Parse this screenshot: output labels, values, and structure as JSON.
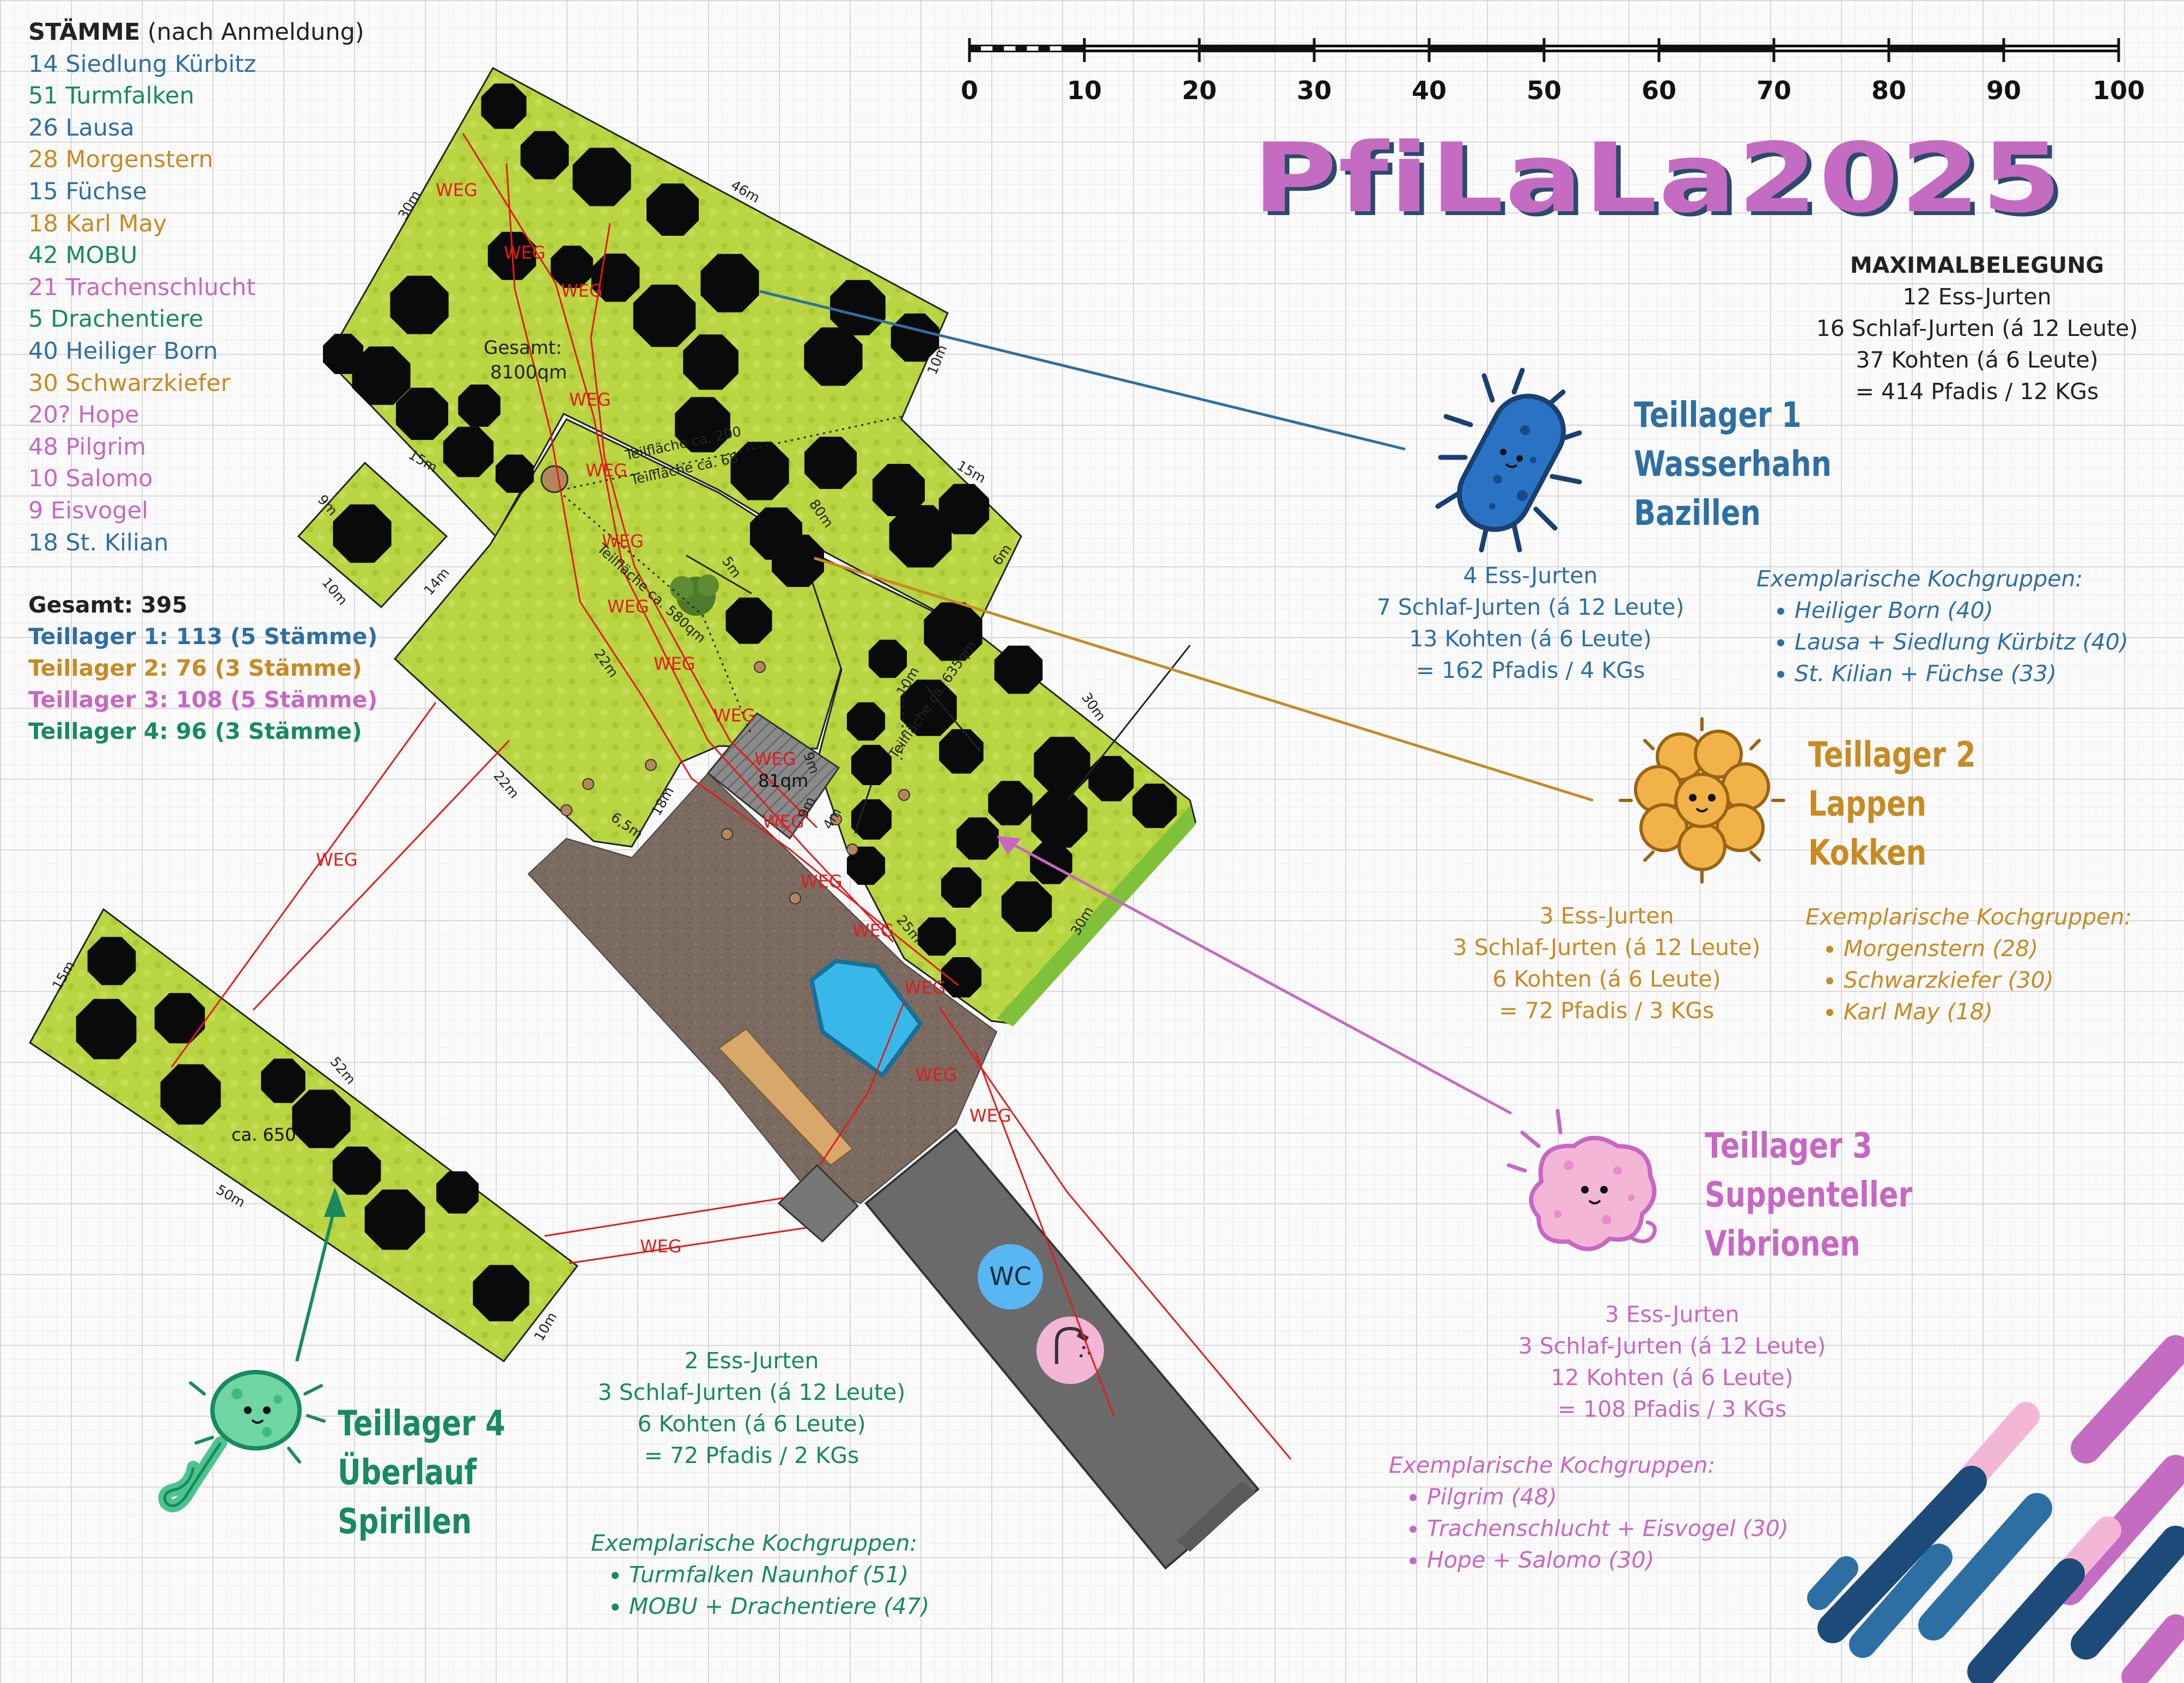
{
  "title": "PfiLaLa2025",
  "staemme": {
    "heading": "STÄMME",
    "heading_note": "(nach Anmeldung)",
    "items": [
      {
        "label": "14 Siedlung Kürbitz",
        "color": "#2e6fa3"
      },
      {
        "label": "51 Turmfalken",
        "color": "#178a60"
      },
      {
        "label": "26 Lausa",
        "color": "#2e6fa3"
      },
      {
        "label": "28 Morgenstern",
        "color": "#c88a22"
      },
      {
        "label": "15 Füchse",
        "color": "#2e6fa3"
      },
      {
        "label": "18 Karl May",
        "color": "#c88a22"
      },
      {
        "label": "42 MOBU",
        "color": "#178a60"
      },
      {
        "label": "21 Trachenschlucht",
        "color": "#c867c3"
      },
      {
        "label": "5 Drachentiere",
        "color": "#178a60"
      },
      {
        "label": "40 Heiliger Born",
        "color": "#2e6fa3"
      },
      {
        "label": "30 Schwarzkiefer",
        "color": "#c88a22"
      },
      {
        "label": "20? Hope",
        "color": "#c867c3"
      },
      {
        "label": "48 Pilgrim",
        "color": "#c867c3"
      },
      {
        "label": "10 Salomo",
        "color": "#c867c3"
      },
      {
        "label": "9 Eisvogel",
        "color": "#c867c3"
      },
      {
        "label": "18 St. Kilian",
        "color": "#2e6fa3"
      }
    ]
  },
  "totals": {
    "gesamt": "Gesamt: 395",
    "lines": [
      {
        "label": "Teillager 1: 113 (5 Stämme)",
        "color": "#2e6fa3"
      },
      {
        "label": "Teillager 2: 76 (3 Stämme)",
        "color": "#c88a22"
      },
      {
        "label": "Teillager 3: 108 (5 Stämme)",
        "color": "#c867c3"
      },
      {
        "label": "Teillager 4: 96 (3 Stämme)",
        "color": "#178a60"
      }
    ]
  },
  "scale_bar": {
    "ticks": [
      "0",
      "10",
      "20",
      "30",
      "40",
      "50",
      "60",
      "70",
      "80",
      "90",
      "100"
    ]
  },
  "max_belegung": {
    "heading": "MAXIMALBELEGUNG",
    "lines": [
      "12 Ess-Jurten",
      "16 Schlaf-Jurten (á 12 Leute)",
      "37 Kohten (á 6 Leute)",
      "= 414 Pfadis / 12 KGs"
    ]
  },
  "teillager": [
    {
      "id": "tl1",
      "color": "#2e6fa3",
      "title": [
        "Teillager 1",
        "Wasserhahn",
        "Bazillen"
      ],
      "stats": [
        "4 Ess-Jurten",
        "7 Schlaf-Jurten (á 12 Leute)",
        "13 Kohten (á 6 Leute)",
        "= 162 Pfadis / 4 KGs"
      ],
      "kg_heading": "Exemplarische Kochgruppen:",
      "kochgruppen": [
        "Heiliger Born (40)",
        "Lausa + Siedlung Kürbitz (40)",
        "St. Kilian + Füchse (33)"
      ]
    },
    {
      "id": "tl2",
      "color": "#c88a22",
      "title": [
        "Teillager 2",
        "Lappen",
        "Kokken"
      ],
      "stats": [
        "3 Ess-Jurten",
        "3 Schlaf-Jurten (á 12 Leute)",
        "6 Kohten (á 6 Leute)",
        "= 72 Pfadis / 3 KGs"
      ],
      "kg_heading": "Exemplarische Kochgruppen:",
      "kochgruppen": [
        "Morgenstern (28)",
        "Schwarzkiefer (30)",
        "Karl May (18)"
      ]
    },
    {
      "id": "tl3",
      "color": "#c867c3",
      "title": [
        "Teillager 3",
        "Suppenteller",
        "Vibrionen"
      ],
      "stats": [
        "3 Ess-Jurten",
        "3 Schlaf-Jurten (á 12 Leute)",
        "12 Kohten (á 6 Leute)",
        "= 108 Pfadis / 3 KGs"
      ],
      "kg_heading": "Exemplarische Kochgruppen:",
      "kochgruppen": [
        "Pilgrim (48)",
        "Trachenschlucht + Eisvogel (30)",
        "Hope + Salomo (30)"
      ]
    },
    {
      "id": "tl4",
      "color": "#178a60",
      "title": [
        "Teillager 4",
        "Überlauf",
        "Spirillen"
      ],
      "stats": [
        "2 Ess-Jurten",
        "3 Schlaf-Jurten (á 12 Leute)",
        "6 Kohten (á 6 Leute)",
        "= 72 Pfadis / 2 KGs"
      ],
      "kg_heading": "Exemplarische Kochgruppen:",
      "kochgruppen": [
        "Turmfalken Naunhof (51)",
        "MOBU + Drachentiere (47)"
      ]
    }
  ],
  "map_labels": {
    "weg": "WEG",
    "gesamt_area": "Gesamt:",
    "gesamt_area_value": "8100qm",
    "teilflaeche_1": "Teilfläche ca. 200",
    "teilflaeche_2": "Teilfläche ca. 68",
    "teilflaeche_3": "Teilfläche ca. 580qm",
    "teilflaeche_4": "Teilfläche ca. 635qm",
    "area_81": "81qm",
    "area_tl4": "ca. 650",
    "wc": "WC",
    "dims": [
      "30m",
      "46m",
      "10m",
      "15m",
      "15m",
      "6m",
      "80m",
      "5m",
      "9m",
      "10m",
      "14m",
      "22m",
      "22m",
      "18m",
      "6,5m",
      "9m",
      "9m",
      "4m",
      "25m",
      "30m",
      "30m",
      "10m",
      "15m",
      "52m",
      "50m",
      "10m"
    ]
  }
}
